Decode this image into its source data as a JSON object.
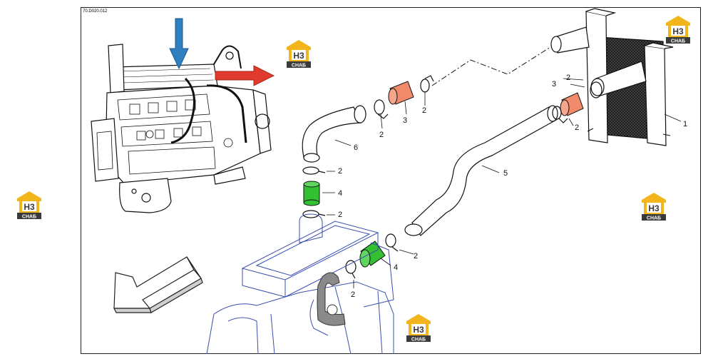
{
  "drawing_code": "70.D020.012",
  "watermark": {
    "top_text": "H3",
    "bottom_text": "CHAБ"
  },
  "callouts": {
    "c1": "1",
    "c2a": "2",
    "c2b": "2",
    "c2c": "2",
    "c2d": "2",
    "c2e": "2",
    "c2f": "2",
    "c2g": "2",
    "c2h": "2",
    "c3a": "3",
    "c3b": "3",
    "c4a": "4",
    "c4b": "4",
    "c5": "5",
    "c6": "6"
  },
  "colors": {
    "coolant_in_arrow": "#2f7fc1",
    "air_out_arrow": "#e03a2c",
    "hose_orange": "#f08a6a",
    "hose_green": "#34c033",
    "engine_outline_blue": "#3a4fb0",
    "logo_gold": "#f2b51c",
    "logo_dark": "#3a3a3a"
  },
  "icons": [
    "inlet-arrow-icon",
    "outlet-arrow-icon",
    "direction-arrow-icon",
    "watermark-logo-icon"
  ]
}
